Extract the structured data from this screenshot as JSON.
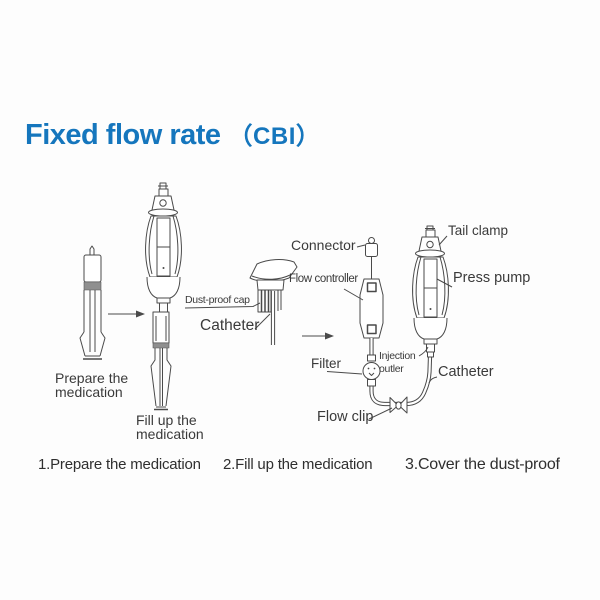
{
  "title": {
    "main": "Fixed flow rate",
    "paren": "（CBI）"
  },
  "colors": {
    "title_blue": "#1576bd",
    "line_art": "#4a4a4a",
    "text": "#3a3a3a"
  },
  "diagram": {
    "step1_label": "Prepare the\nmedication",
    "step2_label": "Fill up the\nmedication",
    "labels": {
      "dust_proof_cap": "Dust-proof cap",
      "catheter_left": "Catheter",
      "connector": "Connector",
      "flow_controller": "Flow controller",
      "tail_clamp": "Tail clamp",
      "press_pump": "Press pump",
      "filter": "Filter",
      "injection_outlet": "Injection\noutler",
      "catheter_right": "Catheter",
      "flow_clip": "Flow clip"
    }
  },
  "captions": {
    "step1": "1.Prepare the medication",
    "step2": "2.Fill up the medication",
    "step3": "3.Cover the dust-proof"
  }
}
